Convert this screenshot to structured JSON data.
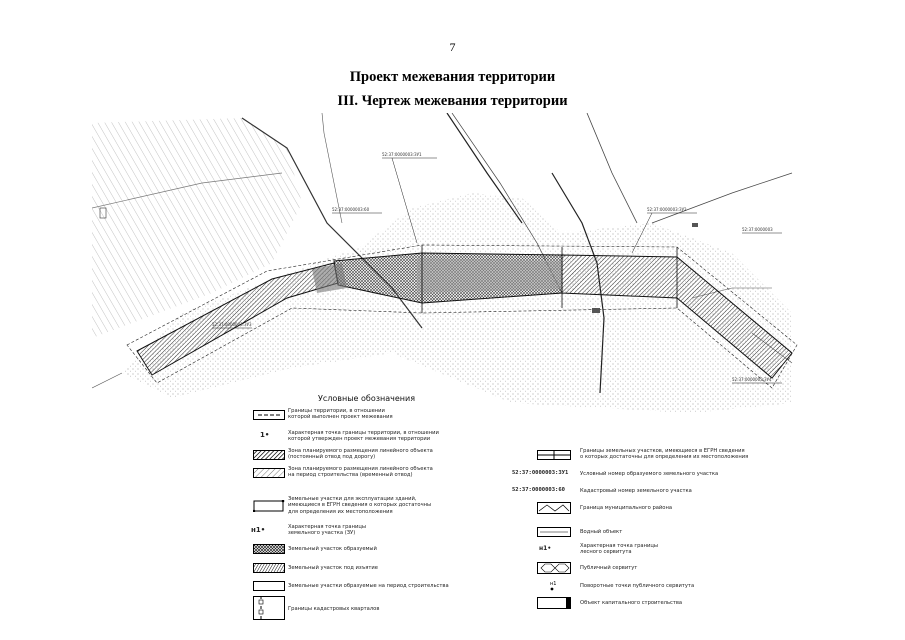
{
  "page": {
    "number": "7"
  },
  "heading": {
    "line1": "Проект межевания территории",
    "line2": "III. Чертеж межевания территории"
  },
  "legend": {
    "title": "Условные обозначения",
    "left": [
      {
        "id": "boundary-territory",
        "text": "Границы территории, в отношении\nкоторой выполнен проект межевания"
      },
      {
        "id": "characteristic-points-zone",
        "text": "Характерная точка границы территории, в отношении\nкоторой утвержден проект межевания территории"
      },
      {
        "id": "planned-placement-zone",
        "text": "Зона планируемого размещения линейного объекта\n(постоянный отвод под дорогу)"
      },
      {
        "id": "planned-construction-zone",
        "text": "Зона планируемого размещения линейного объекта\nна период строительства (временный отвод)"
      },
      {
        "id": "land-plots-withdrawal",
        "text": "Земельные участки для эксплуатации зданий,\nимеющиеся в ЕГРН сведения о которых достаточны\nдля определения их местоположения"
      },
      {
        "id": "characteristic-point-plot",
        "text": "Характерная точка границы\nземельного участка (ЗУ)"
      },
      {
        "id": "plot-formed",
        "text": "Земельный участок образуемый"
      },
      {
        "id": "plot-withdrawal",
        "text": "Земельный участок под изъятие"
      },
      {
        "id": "plot-formed-construction",
        "text": "Земельные участки образуемые на период строительства"
      },
      {
        "id": "cadastral-quarters",
        "text": "Границы кадастровых кварталов"
      }
    ],
    "right": [
      {
        "id": "plots-egrn",
        "text": "Границы земельных участков, имеющиеся в ЕГРН сведения\nо которых достаточны для определения их местоположения"
      },
      {
        "id": "conditional-number",
        "code": "52:37:0000003:ЗУ1",
        "text": "Условный номер образуемого земельного участка"
      },
      {
        "id": "cadastral-number",
        "code": "52:37:0000003:60",
        "text": "Кадастровый номер земельного участка"
      },
      {
        "id": "municipal-boundary",
        "text": "Граница муниципального района"
      },
      {
        "id": "water-object",
        "text": "Водный объект"
      },
      {
        "id": "characteristic-point-nonbuilt",
        "text": "Характерная точка границы\nлесного сервитута"
      },
      {
        "id": "public-servitude",
        "text": "Публичный сервитут"
      },
      {
        "id": "servitude-points",
        "text": "Поворотные точки публичного сервитута"
      },
      {
        "id": "capital-construction",
        "text": "Объект капитального строительства"
      }
    ],
    "point_marks": {
      "zone": "1•",
      "plot": "н1•",
      "servitude": "н1•"
    }
  }
}
